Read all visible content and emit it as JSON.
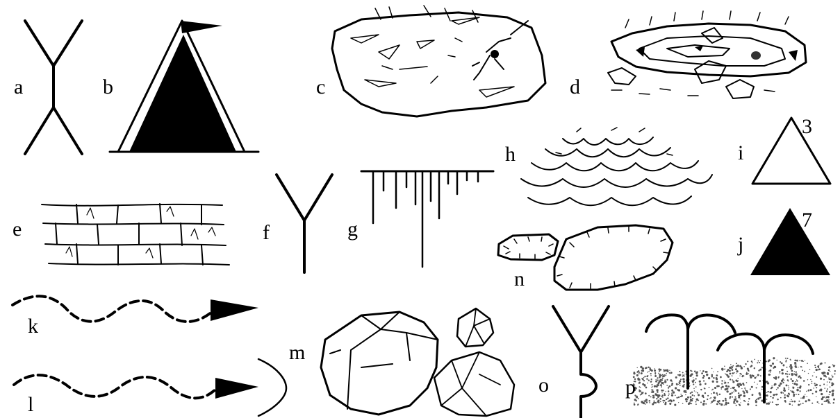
{
  "labels": {
    "a": "a",
    "b": "b",
    "c": "c",
    "d": "d",
    "e": "e",
    "f": "f",
    "g": "g",
    "h": "h",
    "i": "i",
    "j": "j",
    "k": "k",
    "l": "l",
    "m": "m",
    "n": "n",
    "o": "o",
    "p": "p"
  },
  "numbers": {
    "i": "3",
    "j": "7"
  }
}
